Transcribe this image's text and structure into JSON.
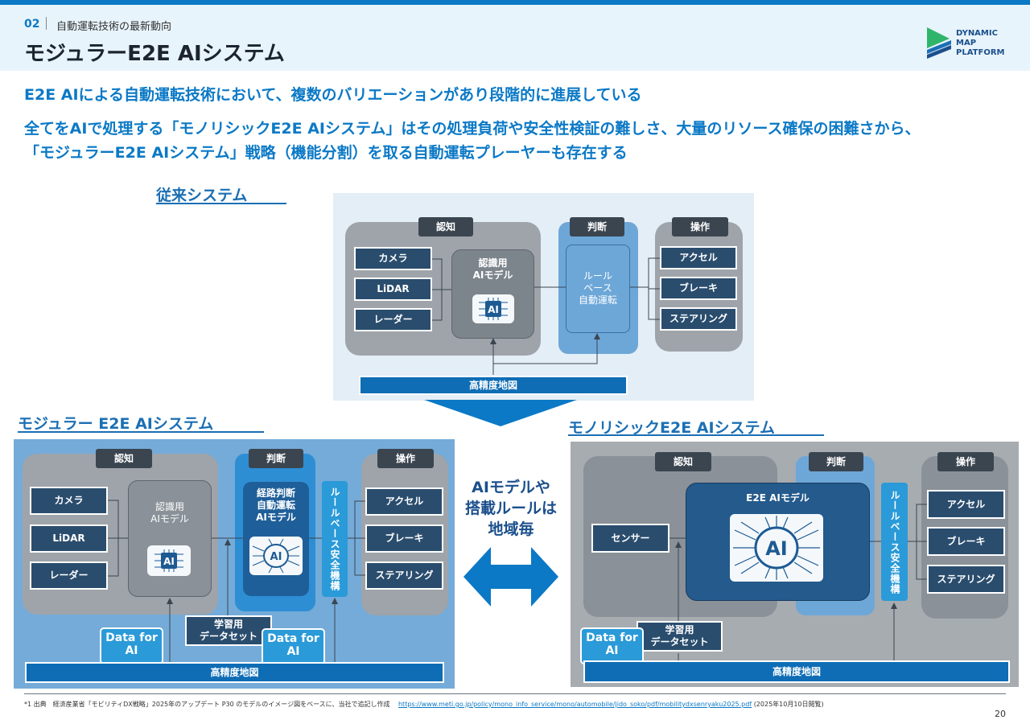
{
  "header": {
    "section_number": "02",
    "section_label": "自動運転技術の最新動向",
    "title": "モジュラーE2E AIシステム",
    "logo_lines": [
      "DYNAMIC",
      "MAP",
      "PLATFORM"
    ]
  },
  "lead": {
    "line1": "E2E AIによる自動運転技術において、複数のバリエーションがあり段階的に進展している",
    "line2": "全てをAIで処理する「モノリシックE2E AIシステム」はその処理負荷や安全性検証の難しさ、大量のリソース確保の困難さから、",
    "line3": "「モジュラーE2E AIシステム」戦略（機能分割）を取る自動運転プレーヤーも存在する"
  },
  "conventional": {
    "title": "従来システム",
    "perception_tag": "認知",
    "judgment_tag": "判断",
    "operation_tag": "操作",
    "sensors": [
      "カメラ",
      "LiDAR",
      "レーダー"
    ],
    "ai_model_label": "認識用\nAIモデル",
    "ai_chip": "AI",
    "rule_based": "ルール\nベース\n自動運転",
    "outputs": [
      "アクセル",
      "ブレーキ",
      "ステアリング"
    ],
    "map": "高精度地図"
  },
  "modular": {
    "title": "モジュラー E2E AIシステム",
    "perception_tag": "認知",
    "judgment_tag": "判断",
    "operation_tag": "操作",
    "sensors": [
      "カメラ",
      "LiDAR",
      "レーダー"
    ],
    "ai_model_label": "認識用\nAIモデル",
    "ai_chip": "AI",
    "route_model": "経路判断\n自動運転\nAIモデル",
    "route_chip": "AI",
    "safety": "ルールベース安全機構",
    "outputs": [
      "アクセル",
      "ブレーキ",
      "ステアリング"
    ],
    "dataset": "学習用\nデータセット",
    "data_for_ai": "Data for\nAI",
    "map": "高精度地図"
  },
  "monolithic": {
    "title": "モノリシックE2E AIシステム",
    "perception_tag": "認知",
    "judgment_tag": "判断",
    "operation_tag": "操作",
    "sensor": "センサー",
    "e2e_model": "E2E AIモデル",
    "e2e_chip": "AI",
    "safety": "ルールベース安全機構",
    "outputs": [
      "アクセル",
      "ブレーキ",
      "ステアリング"
    ],
    "dataset": "学習用\nデータセット",
    "data_for_ai": "Data for\nAI",
    "map": "高精度地図"
  },
  "middle": {
    "text": "AIモデルや\n搭載ルールは\n地域毎"
  },
  "footer": {
    "note": "*1 出典　経済産業省「モビリティDX戦略」2025年のアップデート P30 のモデルのイメージ図をベースに、当社で追記し作成",
    "url": "https://www.meti.go.jp/policy/mono_info_service/mono/automobile/jido_soko/pdf/mobilitydxsenryaku2025.pdf",
    "accessed": "(2025年10月10日閲覧)",
    "page": "20"
  },
  "colors": {
    "accent": "#0b79c6",
    "dark_box": "#2a4d6e",
    "map_blue": "#0e6db5",
    "light_blue": "#2a9ad8"
  }
}
